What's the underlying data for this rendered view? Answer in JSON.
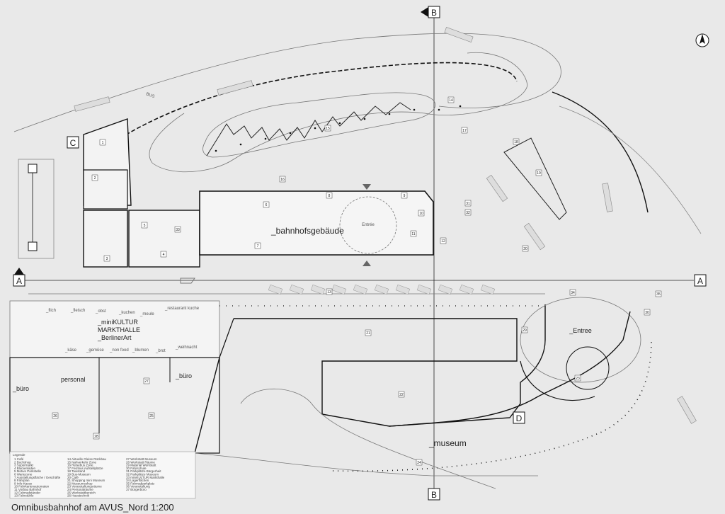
{
  "title": "Omnibusbahnhof am AVUS_Nord  1:200",
  "labels": {
    "bahnhof": "_bahnhofsgebäude",
    "entree_top": "Entrée",
    "entree_right": "_Entree",
    "minikultur": "_miniKULTUR",
    "markthalle": "MARKTHALLE",
    "berlinerart": "_BerlinerArt",
    "museum": "_museum",
    "buero1": "_büro",
    "buero2": "_büro",
    "personal": "personal",
    "bus": "BUS"
  },
  "section_markers": {
    "a": "A",
    "b": "B",
    "c": "C",
    "d": "D"
  },
  "stall_labels": [
    "_flich",
    "_fleisch",
    "_obst",
    "_kuchen",
    "_meule",
    "_restaurant kuche",
    "_käse",
    "_gemüse",
    "_non food",
    "_blumen",
    "_brot",
    "_weihnacht"
  ],
  "legend": {
    "title": "Legende",
    "col1": [
      "1 Café",
      "2 Buchshop",
      "3 Supermarkt",
      "4 Blumenladen",
      "5 Motive Parkstelle",
      "6 Wartezone",
      "7 Ausstellungsfläche / Geschäfte",
      "8 Fahrplan",
      "9 Info-Kasse",
      "10 Fahrkartenautomaten",
      "11 Vorbau Bahnhof",
      "12 Fahrradständer",
      "13 Fahrstühle"
    ],
    "col2": [
      "14 Aktuelle Gleise Rückbau",
      "15 Nahverkehr Zone",
      "16 Reisebus Zone",
      "17 Fernbus Aufstellplätze",
      "18 Taxistand",
      "19 Bus-Museum",
      "20 Café",
      "21 Shopping mini Museum",
      "22 Museumsshop",
      "23 Veranstaltungsräume",
      "24 Personalräume",
      "25 Werkstattbereich",
      "26 Haustechnik"
    ],
    "col3": [
      "27 Werkstatt Museum",
      "28 Werkstatt Räume",
      "29 Material Werkstatt",
      "30 Fahrschule",
      "31 Parkplätze Bürgerheit",
      "32 Parkplätze Museum",
      "33 miniKULTUR Markthalle",
      "34 Lagerflächen",
      "35 Fahrradparkplatz",
      "36 Veranstaltung",
      "37 Bürgerbüro"
    ]
  },
  "numbers": {
    "n1": "1",
    "n2": "2",
    "n3": "3",
    "n4": "4",
    "n5": "5",
    "n6": "6",
    "n7": "7",
    "n8": "8",
    "n9": "9",
    "n10": "10",
    "n11": "11",
    "n12": "12",
    "n13": "13",
    "n14": "14",
    "n15": "15",
    "n16": "16",
    "n17": "17",
    "n18": "18",
    "n19": "19",
    "n20": "20",
    "n21": "21",
    "n22": "22",
    "n23": "23",
    "n24": "24",
    "n25": "25",
    "n26": "26",
    "n27": "27",
    "n28": "28",
    "n29": "29",
    "n30": "30",
    "n31": "31",
    "n32": "32",
    "n33": "33",
    "n34": "34",
    "n35": "35"
  },
  "colors": {
    "background": "#e9e9e9",
    "ink": "#111111",
    "thin": "#666666",
    "hatch": "#cccccc"
  }
}
